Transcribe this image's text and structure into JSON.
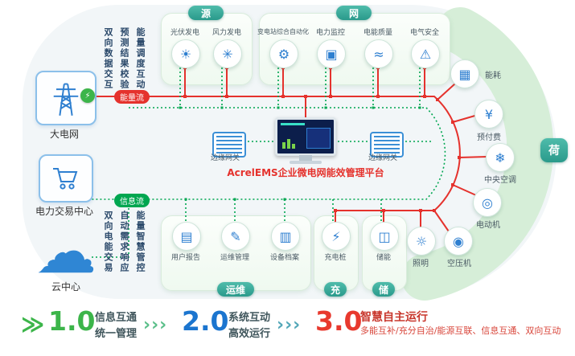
{
  "left": {
    "grid_label": "大电网",
    "grid_badge_icon": "⚡",
    "trading_label": "电力交易中心",
    "cloud_label": "云中心",
    "cloud_icon": "☁",
    "top_vertical": [
      "双向数据交互",
      "预测结果校验",
      "能量调度互动"
    ],
    "bottom_vertical": [
      "双向电能交易",
      "自动需求响应",
      "能量智慧管控"
    ],
    "energy_flow": "能量流",
    "info_flow": "信息流"
  },
  "boxes": {
    "source": {
      "title": "源",
      "items": [
        {
          "label": "光伏发电",
          "icon": "☀"
        },
        {
          "label": "风力发电",
          "icon": "✳"
        }
      ]
    },
    "grid": {
      "title": "网",
      "items": [
        {
          "label": "变电站综合自动化",
          "icon": "⚙"
        },
        {
          "label": "电力监控",
          "icon": "▣"
        },
        {
          "label": "电能质量",
          "icon": "≈"
        },
        {
          "label": "电气安全",
          "icon": "⚠"
        }
      ]
    },
    "load": {
      "title": "荷",
      "items": [
        {
          "label": "能耗",
          "icon": "▦"
        },
        {
          "label": "预付费",
          "icon": "¥"
        },
        {
          "label": "中央空调",
          "icon": "❄"
        },
        {
          "label": "电动机",
          "icon": "◎"
        },
        {
          "label": "空压机",
          "icon": "◉"
        },
        {
          "label": "照明",
          "icon": "☼"
        }
      ]
    },
    "om": {
      "title": "运维",
      "items": [
        {
          "label": "用户报告",
          "icon": "▤"
        },
        {
          "label": "运维管理",
          "icon": "✎"
        },
        {
          "label": "设备档案",
          "icon": "▥"
        }
      ]
    },
    "charge": {
      "title": "充",
      "items": [
        {
          "label": "充电桩",
          "icon": "⚡"
        }
      ]
    },
    "storage": {
      "title": "储",
      "items": [
        {
          "label": "储能",
          "icon": "◫"
        }
      ]
    }
  },
  "center": {
    "platform": "AcrelEMS企业微电网能效管理平台",
    "gateway_left": "边缘网关",
    "gateway_right": "边缘网关"
  },
  "legend": {
    "lead_icon": "≫",
    "chevron": "›››",
    "items": [
      {
        "version": "1.0",
        "line1": "信息互通",
        "line2": "统一管理"
      },
      {
        "version": "2.0",
        "line1": "系统互动",
        "line2": "高效运行"
      },
      {
        "version": "3.0",
        "line1": "智慧自主运行",
        "line2": "多能互补/充分自治/能源互联、信息互通、双向互动"
      }
    ]
  },
  "colors": {
    "energy_flow": "#e5322d",
    "info_flow": "#00a650",
    "teal": "#2f9f90",
    "icon_blue": "#2e7fd0",
    "legend_green": "#3cb54a",
    "legend_blue": "#1b75cf",
    "legend_red": "#e8392e",
    "band_green": "#d6eed8"
  }
}
